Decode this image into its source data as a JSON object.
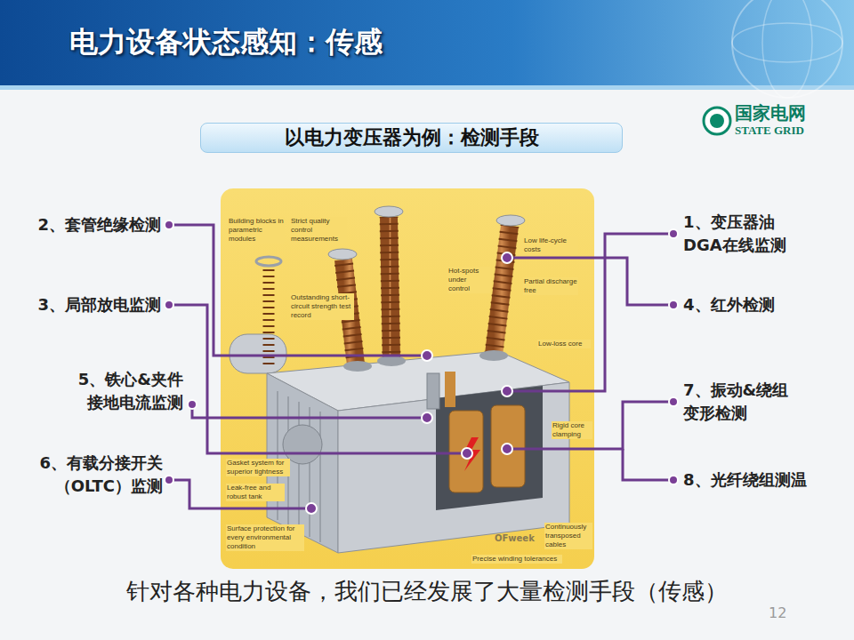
{
  "diagram": {
    "title": "电力设备状态感知：传感",
    "caption": "针对各种电力设备，我们已经发展了大量检测手段（传感）",
    "nodes": [
      {
        "text": [
          "以电力变压器为例：检测手段"
        ]
      }
    ],
    "labels": [
      "国家电网",
      "STATE GRID",
      "2、套管绝缘检测",
      "1、变压器油 DGA在线监测",
      "3、局部放电监测",
      "4、红外检测",
      "5、铁心&夹件 接地电流监测",
      "7、振动&绕组 变形检测",
      "6、有载分接开关 （OLTC）监测",
      "8、光纤绕组测温",
      "Building blocks in parametric modules",
      "Strict quality control measurements",
      "Outstanding short-circuit strength test record",
      "Hot-spots under control",
      "Low life-cycle costs",
      "Partial discharge free",
      "Low-loss core",
      "Rigid core clamping",
      "Gasket system for superior tightness",
      "Leak-free and robust tank",
      "Surface protection for every environmental condition",
      "Continuously transposed cables",
      "Precise winding tolerances",
      "OFweek",
      "12"
    ]
  }
}
